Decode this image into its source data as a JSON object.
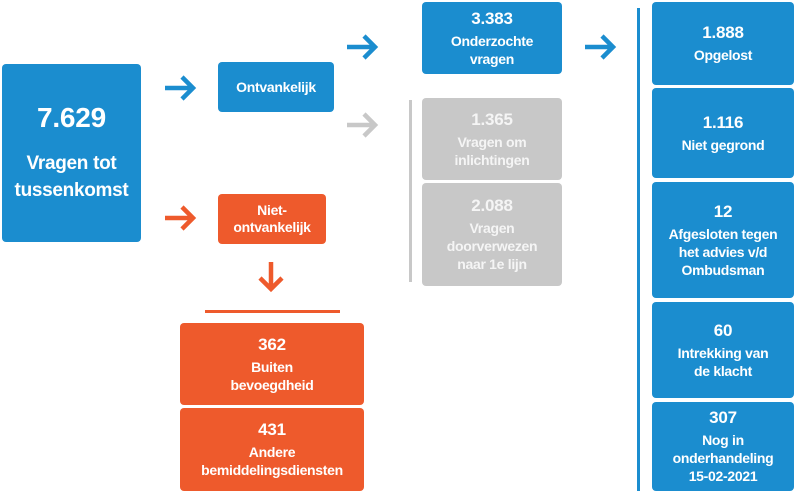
{
  "colors": {
    "blue": "#1b8dcf",
    "orange": "#ee5a2c",
    "gray": "#c8c8c8",
    "text": "#ffffff"
  },
  "source": {
    "value": "7.629",
    "label": "Vragen tot\ntussenkomst"
  },
  "admissible": {
    "label": "Ontvankelijk"
  },
  "inadmissible": {
    "label": "Niet-\nontvankelijk"
  },
  "inadmissible_breakdown": [
    {
      "value": "362",
      "label": "Buiten\nbevoegdheid"
    },
    {
      "value": "431",
      "label": "Andere\nbemiddelingsdiensten"
    }
  ],
  "investigated": {
    "value": "3.383",
    "label": "Onderzochte\nvragen"
  },
  "other_requests": [
    {
      "value": "1.365",
      "label": "Vragen om\ninlichtingen"
    },
    {
      "value": "2.088",
      "label": "Vragen\ndoorverwezen\nnaar 1e lijn"
    }
  ],
  "outcomes": [
    {
      "value": "1.888",
      "label": "Opgelost"
    },
    {
      "value": "1.116",
      "label": "Niet gegrond"
    },
    {
      "value": "12",
      "label": "Afgesloten tegen\nhet advies v/d\nOmbudsman"
    },
    {
      "value": "60",
      "label": "Intrekking van\nde klacht"
    },
    {
      "value": "307",
      "label": "Nog in\nonderhandeling\n15-02-2021"
    }
  ]
}
